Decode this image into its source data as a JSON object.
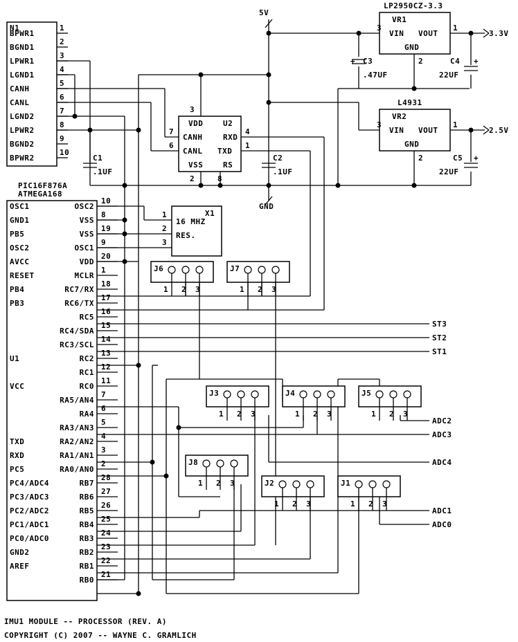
{
  "title_line": "IMU1 MODULE -- PROCESSOR (REV. A)",
  "copyright_line": "COPYRIGHT (C) 2007 -- WAYNE C. GRAMLICH",
  "power": {
    "v5": "5V",
    "gnd": "GND",
    "v33": "3.3V",
    "v25": "2.5V"
  },
  "connector_n1": {
    "ref": "N1",
    "labels": [
      "BPWR1",
      "BGND1",
      "LPWR1",
      "LGND1",
      "CANH",
      "CANL",
      "LGND2",
      "LPWR2",
      "BGND2",
      "BPWR2"
    ],
    "pins": [
      "1",
      "2",
      "3",
      "4",
      "5",
      "6",
      "7",
      "8",
      "9",
      "10"
    ]
  },
  "vr1": {
    "part": "LP2950CZ-3.3",
    "ref": "VR1",
    "vin": "VIN",
    "vout": "VOUT",
    "gnd": "GND",
    "pin_in": "3",
    "pin_out": "1",
    "pin_gnd": "2"
  },
  "vr2": {
    "part": "L4931",
    "ref": "VR2",
    "vin": "VIN",
    "vout": "VOUT",
    "gnd": "GND",
    "pin_in": "3",
    "pin_out": "1",
    "pin_gnd": "2"
  },
  "caps": {
    "c1": {
      "ref": "C1",
      "value": ".1UF"
    },
    "c2": {
      "ref": "C2",
      "value": ".1UF"
    },
    "c3": {
      "ref": "C3",
      "value": ".47UF",
      "plus": "+"
    },
    "c4": {
      "ref": "C4",
      "value": "22UF",
      "plus": "+"
    },
    "c5": {
      "ref": "C5",
      "value": "22UF",
      "plus": "+"
    }
  },
  "u2": {
    "ref": "U2",
    "vdd": "VDD",
    "canh": "CANH",
    "canl": "CANL",
    "vss": "VSS",
    "rxd": "RXD",
    "txd": "TXD",
    "rs": "RS",
    "p3": "3",
    "p7": "7",
    "p6": "6",
    "p2": "2",
    "p8": "8",
    "p4": "4",
    "p1": "1"
  },
  "mcu": {
    "part1": "PIC16F876A",
    "part2": "ATMEGA168",
    "ref": "U1",
    "left": [
      "OSC1",
      "GND1",
      "PB5",
      "OSC2",
      "AVCC",
      "RESET",
      "PB4",
      "PB3",
      "",
      "",
      "",
      "U1",
      "",
      "VCC",
      "",
      "",
      "",
      "TXD",
      "RXD",
      "PC5",
      "PC4/ADC4",
      "PC3/ADC3",
      "PC2/ADC2",
      "PC1/ADC1",
      "PC0/ADC0",
      "GND2",
      "AREF"
    ],
    "right": [
      "OSC2",
      "VSS",
      "VSS",
      "OSC1",
      "VDD",
      "MCLR",
      "RC7/RX",
      "RC6/TX",
      "RC5",
      "RC4/SDA",
      "RC3/SCL",
      "RC2",
      "RC1",
      "RC0",
      "RA5/AN4",
      "RA4",
      "RA3/AN3",
      "RA2/AN2",
      "RA1/AN1",
      "RA0/AN0",
      "RB7",
      "RB6",
      "RB5",
      "RB4",
      "RB3",
      "RB2",
      "RB1",
      "RB0"
    ],
    "pins": [
      "10",
      "8",
      "19",
      "9",
      "20",
      "1",
      "18",
      "17",
      "16",
      "15",
      "14",
      "13",
      "12",
      "11",
      "7",
      "6",
      "5",
      "4",
      "3",
      "2",
      "28",
      "27",
      "26",
      "25",
      "24",
      "23",
      "22",
      "21"
    ]
  },
  "x1": {
    "ref": "X1",
    "freq": "16 MHZ",
    "res": "RES.",
    "p1": "1",
    "p2": "2",
    "p3": "3"
  },
  "jumpers": {
    "j1": "J1",
    "j2": "J2",
    "j3": "J3",
    "j4": "J4",
    "j5": "J5",
    "j6": "J6",
    "j7": "J7",
    "j8": "J8",
    "pin1": "1",
    "pin2": "2",
    "pin3": "3"
  },
  "nets": {
    "st3": "ST3",
    "st2": "ST2",
    "st1": "ST1",
    "adc2": "ADC2",
    "adc3": "ADC3",
    "adc4": "ADC4",
    "adc1": "ADC1",
    "adc0": "ADC0"
  }
}
